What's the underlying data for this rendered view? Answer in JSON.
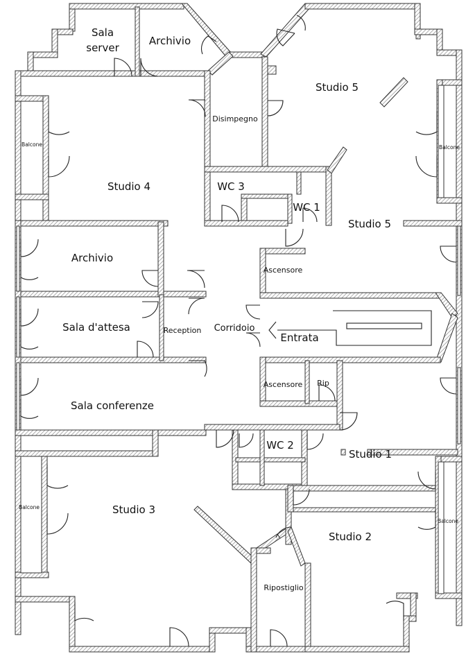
{
  "rooms": {
    "sala_server_1": "Sala",
    "sala_server_2": "server",
    "archivio_top": "Archivio",
    "studio5_top": "Studio 5",
    "disimpegno": "Disimpegno",
    "balcone_left_top": "Balcone",
    "balcone_right_top": "Balcone",
    "studio4": "Studio 4",
    "wc3": "WC 3",
    "wc1": "WC 1",
    "studio5_mid": "Studio 5",
    "archivio_left": "Archivio",
    "ascensore_top": "Ascensore",
    "sala_attesa": "Sala d'attesa",
    "reception": "Reception",
    "corridoio": "Corridoio",
    "entrata": "Entrata",
    "ascensore_bottom": "Ascensore",
    "rip": "Rip",
    "sala_conferenze": "Sala conferenze",
    "wc2": "WC 2",
    "studio1": "Studio 1",
    "balcone_left_bottom": "Balcone",
    "balcone_right_bottom": "Balcone",
    "studio3": "Studio 3",
    "studio2": "Studio 2",
    "ripostiglio": "Ripostiglio"
  },
  "colors": {
    "wall_fill": "#ffffff",
    "wall_stroke": "#333333",
    "hatch": "#888888",
    "ink": "#111111"
  }
}
